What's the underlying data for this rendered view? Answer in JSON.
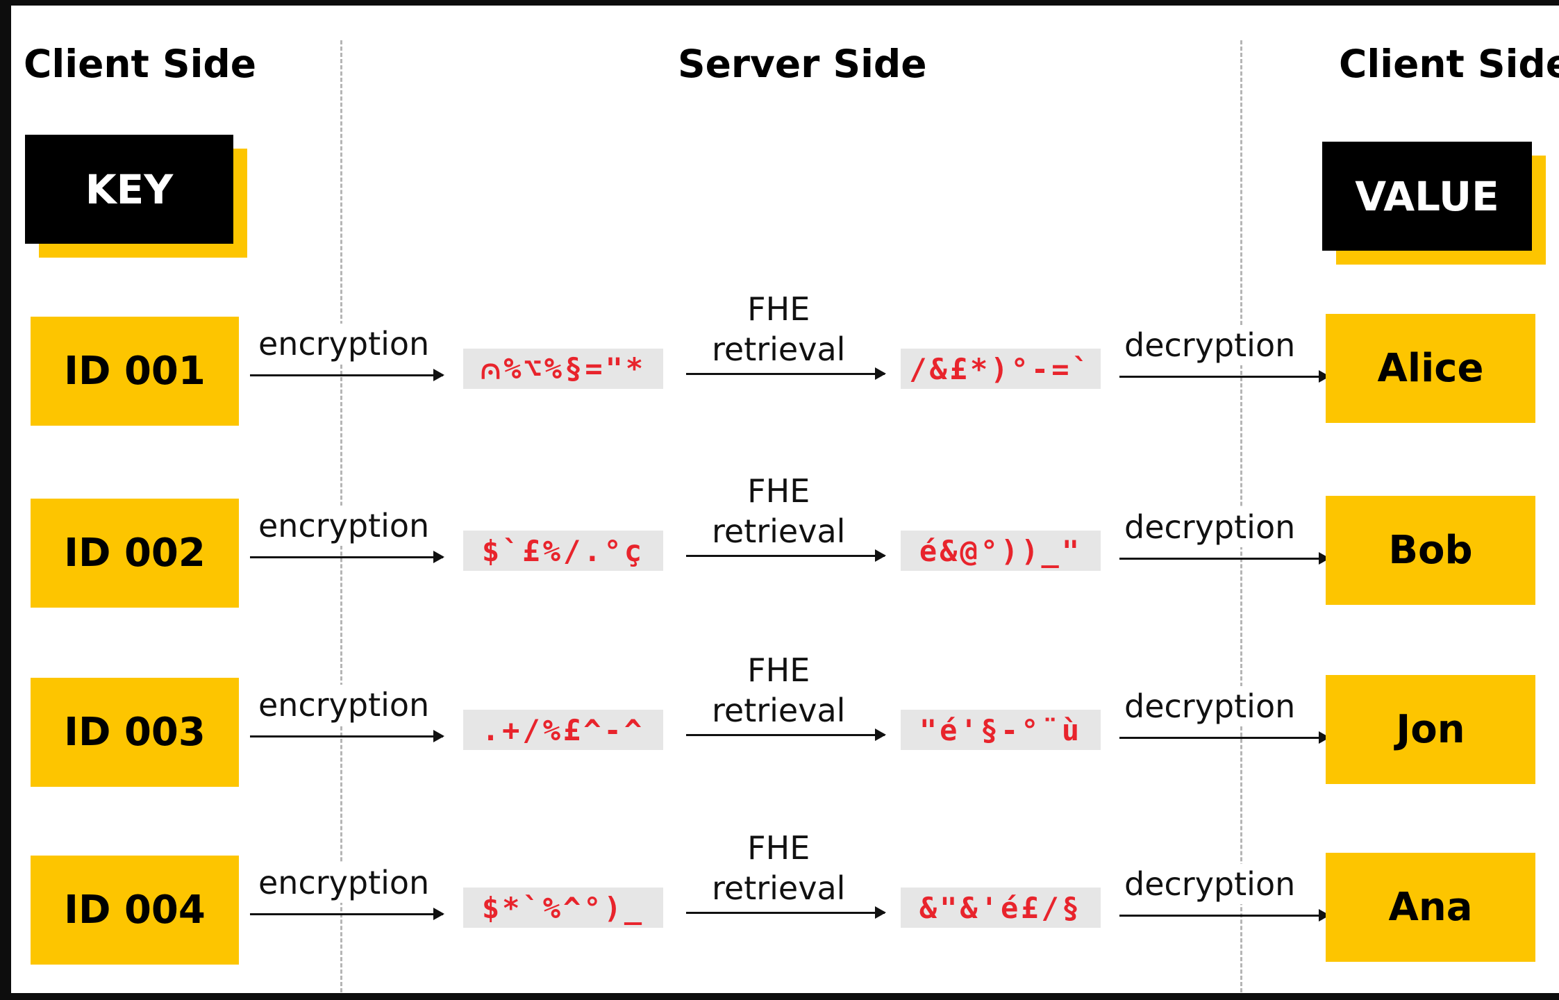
{
  "headers": {
    "client_left": "Client Side",
    "server": "Server Side",
    "client_right": "Client Side"
  },
  "key_box": "KEY",
  "value_box": "VALUE",
  "rows": [
    {
      "key": "ID 001",
      "step1": "encryption",
      "cipher1": "⩀%⌥%§=\"*",
      "step2": "FHE\nretrieval",
      "cipher2": "/&£*)°-=`",
      "step3": "decryption",
      "value": "Alice"
    },
    {
      "key": "ID 002",
      "step1": "encryption",
      "cipher1": "$`£%/.°ç",
      "step2": "FHE\nretrieval",
      "cipher2": "é&@°))_\"",
      "step3": "decryption",
      "value": "Bob"
    },
    {
      "key": "ID 003",
      "step1": "encryption",
      "cipher1": ".+/%£^-^",
      "step2": "FHE\nretrieval",
      "cipher2": "\"é'§-°¨ù",
      "step3": "decryption",
      "value": "Jon"
    },
    {
      "key": "ID 004",
      "step1": "encryption",
      "cipher1": "$*`%^°)_",
      "step2": "FHE\nretrieval",
      "cipher2": "&\"&'é£/§",
      "step3": "decryption",
      "value": "Ana"
    }
  ],
  "colors": {
    "accent_yellow": "#fdc500",
    "cipher_red": "#e8242c",
    "cipher_bg": "#e6e6e6"
  }
}
